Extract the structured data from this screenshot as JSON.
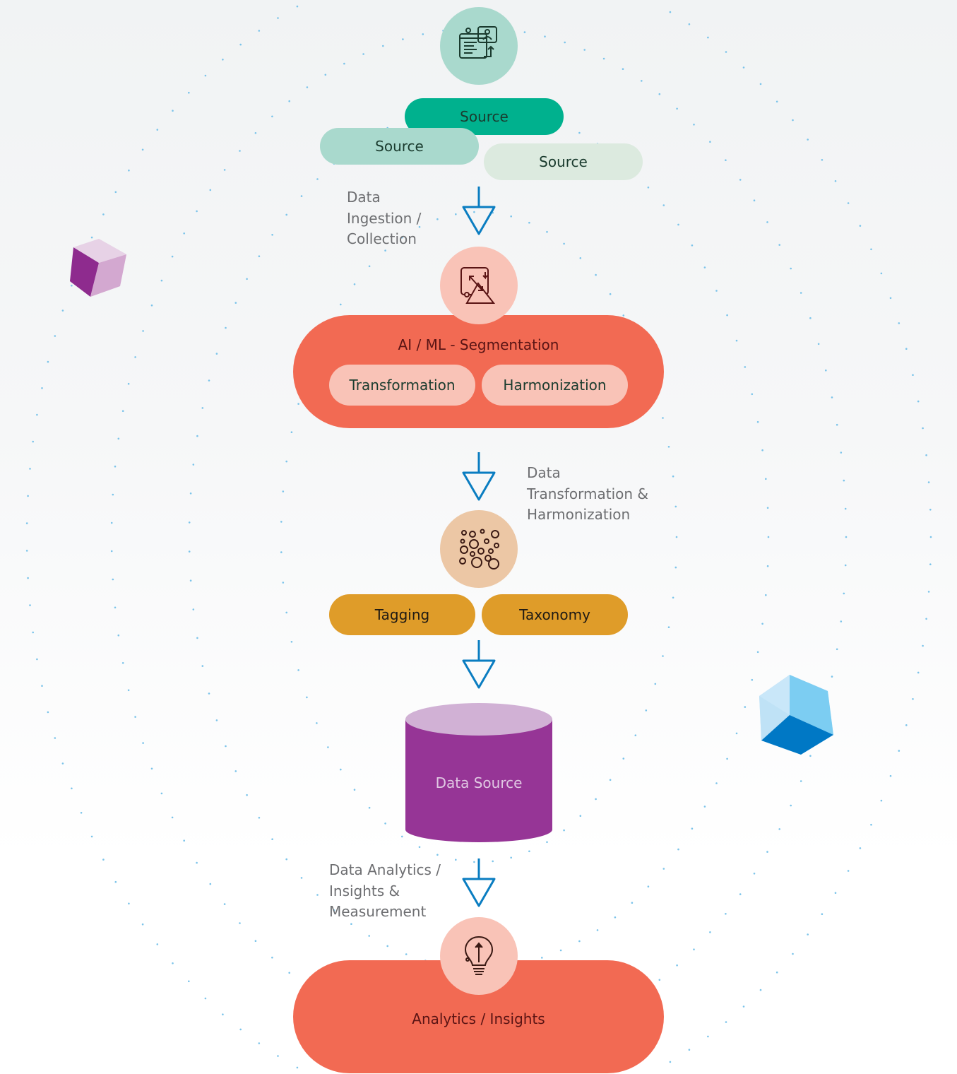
{
  "sources": [
    "Source",
    "Source",
    "Source"
  ],
  "ingestion_label": "Data\nIngestion /\nCollection",
  "segmentation": {
    "title": "AI / ML - Segmentation",
    "items": [
      "Transformation",
      "Harmonization"
    ]
  },
  "transformation_label": "Data\nTransformation &\nHarmonization",
  "tagging": [
    "Tagging",
    "Taxonomy"
  ],
  "database_label": "Data Source",
  "analytics_label": "Data Analytics /\nInsights &\nMeasurement",
  "insights": {
    "title": "Analytics / Insights"
  },
  "icons": [
    "report-icon",
    "transform-icon",
    "bubbles-icon",
    "lightbulb-icon"
  ],
  "colors": {
    "source_primary": "#00b18e",
    "source_secondary": "#a9d9cd",
    "source_tertiary": "#dceadf",
    "segmentation": "#f26a53",
    "segmentation_item": "#f9c3b7",
    "tagging": "#df9c29",
    "database": "#963596",
    "arrow": "#0a7dc1"
  }
}
